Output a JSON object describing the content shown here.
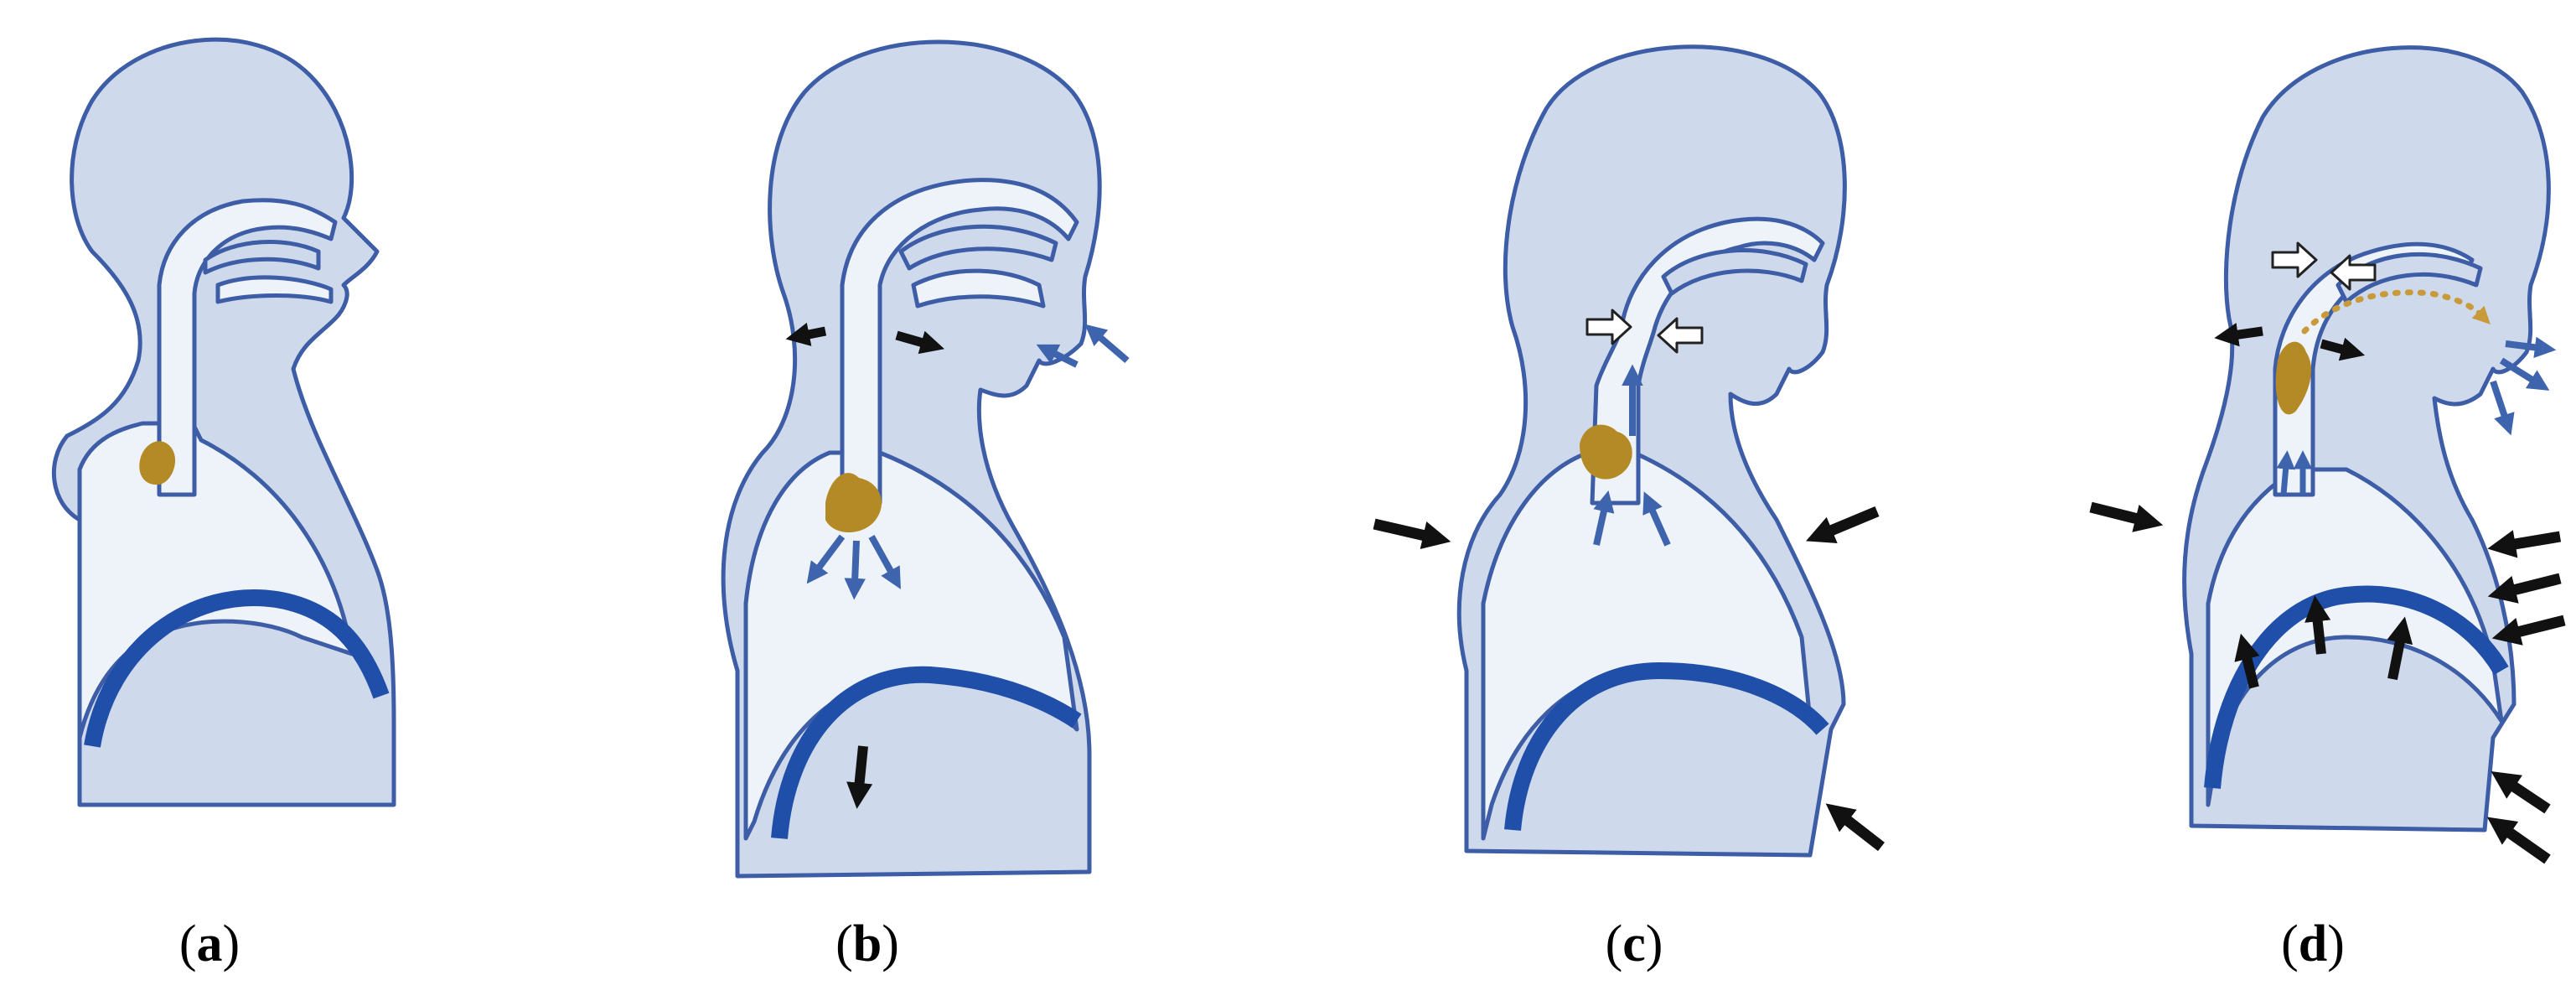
{
  "panels": [
    {
      "id": "a",
      "label": "a"
    },
    {
      "id": "b",
      "label": "b"
    },
    {
      "id": "c",
      "label": "c"
    },
    {
      "id": "d",
      "label": "d"
    }
  ],
  "colors": {
    "body_fill": "#cfd9ec",
    "airway_fill": "#eef2f9",
    "outline": "#3d5da6",
    "diaphragm": "#1f4fa8",
    "mucus": "#b38a26",
    "airflow_arrow": "#3d64ad",
    "force_arrow": "#111111",
    "closure_arrow": "#ffffff",
    "expulsion_path": "#c89a3a"
  },
  "icons": {
    "force_arrow": "black-arrow-icon",
    "airflow_arrow": "blue-airflow-arrow-icon",
    "closure_arrow": "white-outlined-arrow-icon",
    "mucus": "mucus-blob-icon"
  }
}
